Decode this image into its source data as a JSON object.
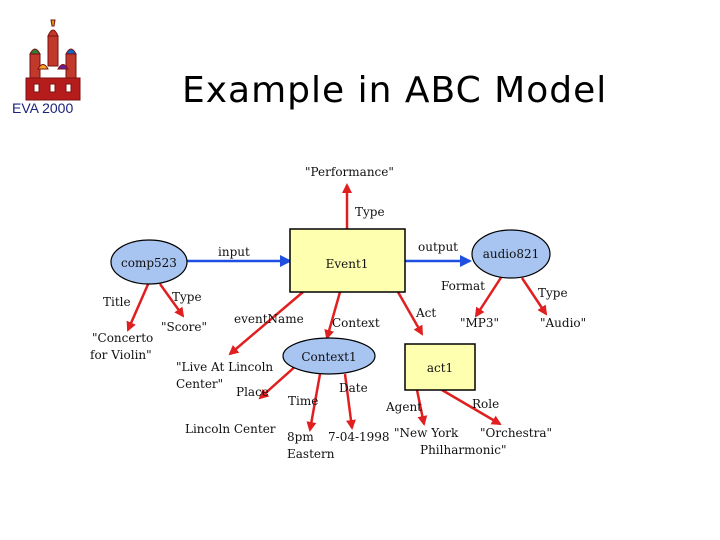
{
  "header": {
    "badge": "EVA 2000",
    "title": "Example in ABC Model"
  },
  "nodes": {
    "event1": "Event1",
    "comp523": "comp523",
    "audio821": "audio821",
    "context1": "Context1",
    "act1": "act1"
  },
  "edges": {
    "type_top": "Type",
    "input": "input",
    "output": "output",
    "format": "Format",
    "type_audio": "Type",
    "title": "Title",
    "type_score": "Type",
    "event_name": "eventName",
    "context": "Context",
    "act": "Act",
    "place": "Place",
    "time": "Time",
    "date": "Date",
    "agent": "Agent",
    "role": "Role"
  },
  "values": {
    "performance": "\"Performance\"",
    "concerto_1": "\"Concerto",
    "concerto_2": "for Violin\"",
    "score": "\"Score\"",
    "live_1": "\"Live At Lincoln",
    "live_2": "Center\"",
    "lincoln": "Lincoln Center",
    "time_1": "8pm",
    "time_2": "Eastern",
    "date": "7-04-1998",
    "ny_1": "\"New York",
    "ny_2": "Philharmonic\"",
    "orchestra": "\"Orchestra\"",
    "mp3": "\"MP3\"",
    "audio": "\"Audio\""
  },
  "colors": {
    "red_arrow": "#e02020",
    "blue_arrow": "#1f4fe0",
    "ellipse_fill": "#a8c4f0",
    "box_fill": "#ffffb0"
  }
}
